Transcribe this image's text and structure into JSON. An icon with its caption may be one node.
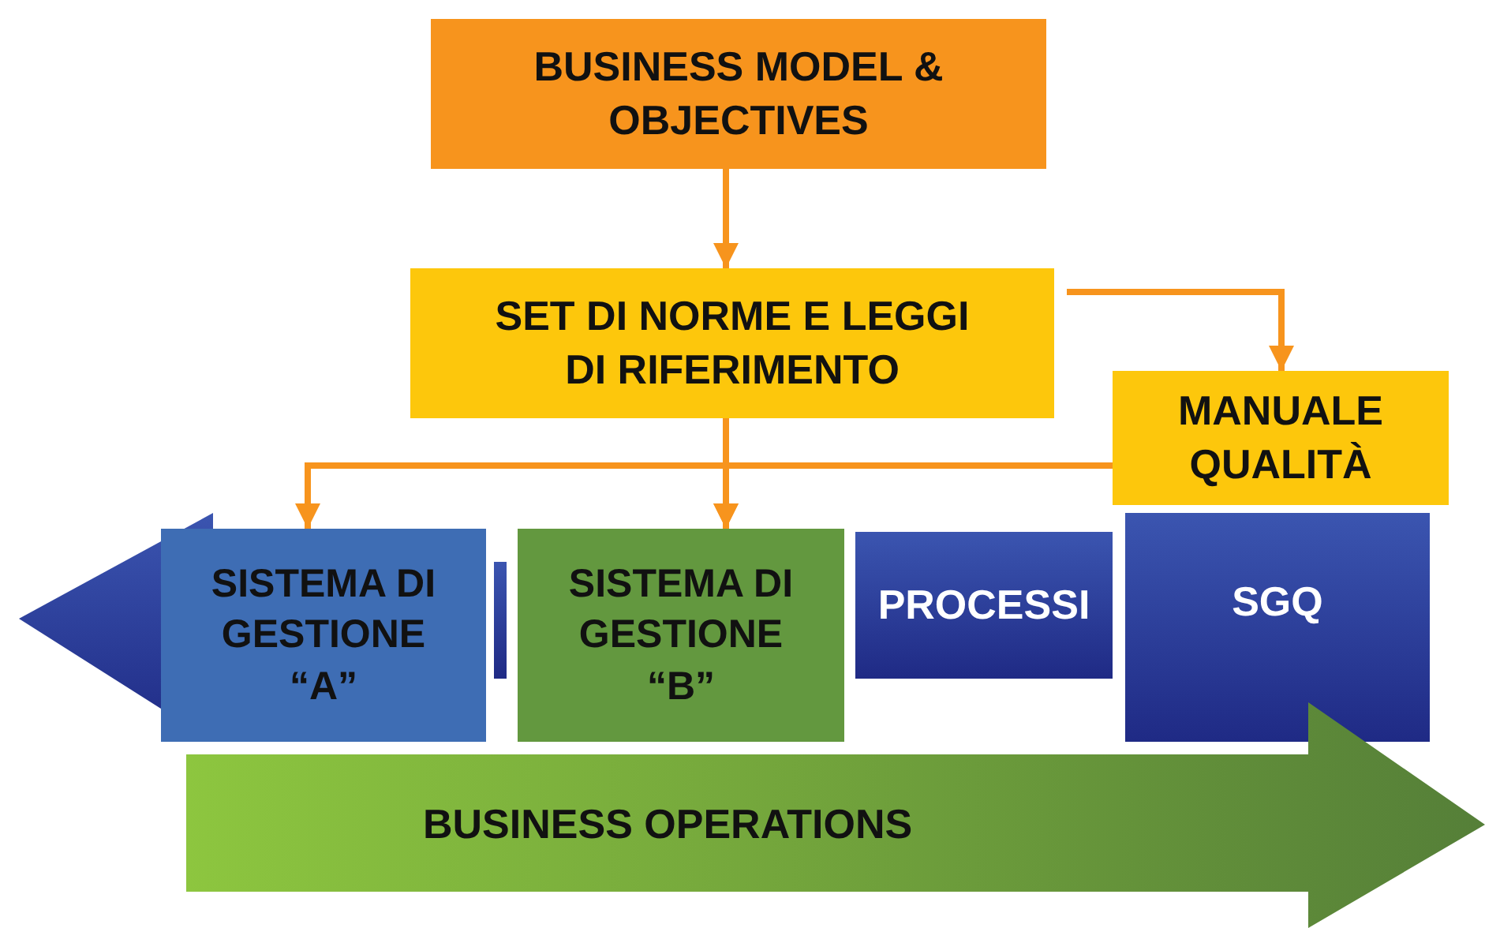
{
  "diagram": {
    "nodes": [
      {
        "text": [
          "BUSINESS MODEL & OBJECTIVES"
        ]
      },
      {
        "text": [
          "SET DI NORME E LEGGI DI RIFERIMENTO"
        ]
      },
      {
        "text": [
          "MANUALE QUALITÀ"
        ]
      },
      {
        "text": [
          "SISTEMA DI GESTIONE “A”"
        ]
      },
      {
        "text": [
          "SISTEMA DI GESTIONE “B”"
        ]
      },
      {
        "text": [
          "PROCESSI"
        ]
      },
      {
        "text": [
          "SGQ"
        ]
      },
      {
        "text": [
          "BUSINESS OPERATIONS"
        ]
      }
    ],
    "edges": [
      {
        "from": 0,
        "to": 1,
        "arrow": "to"
      },
      {
        "from": 1,
        "to": 2,
        "arrow": "to"
      },
      {
        "from": 1,
        "to": 3,
        "arrow": "to"
      },
      {
        "from": 1,
        "to": 4,
        "arrow": "to"
      },
      {
        "from": 2,
        "to": 4,
        "arrow": "to"
      }
    ]
  }
}
